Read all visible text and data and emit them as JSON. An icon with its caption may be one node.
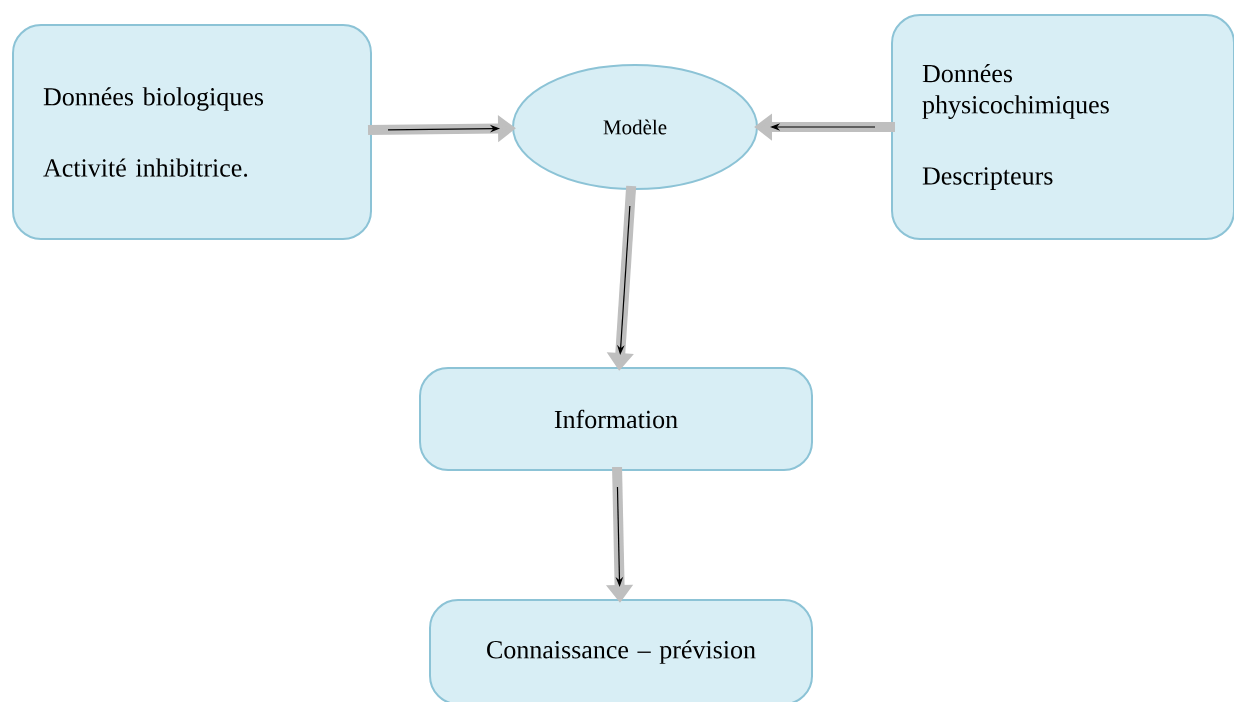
{
  "diagram": {
    "nodes": [
      {
        "text": [
          "Données biologiques",
          "Activité inhibitrice."
        ]
      },
      {
        "text": [
          "Modèle"
        ]
      },
      {
        "text": [
          "Données physicochimiques",
          "Descripteurs"
        ]
      },
      {
        "text": [
          "Information"
        ]
      },
      {
        "text": [
          "Connaissance – prévision"
        ]
      }
    ],
    "edges": [
      {
        "from": 0,
        "to": 1,
        "arrow": "to"
      },
      {
        "from": 2,
        "to": 1,
        "arrow": "to"
      },
      {
        "from": 1,
        "to": 3,
        "arrow": "to"
      },
      {
        "from": 3,
        "to": 4,
        "arrow": "to"
      }
    ]
  }
}
